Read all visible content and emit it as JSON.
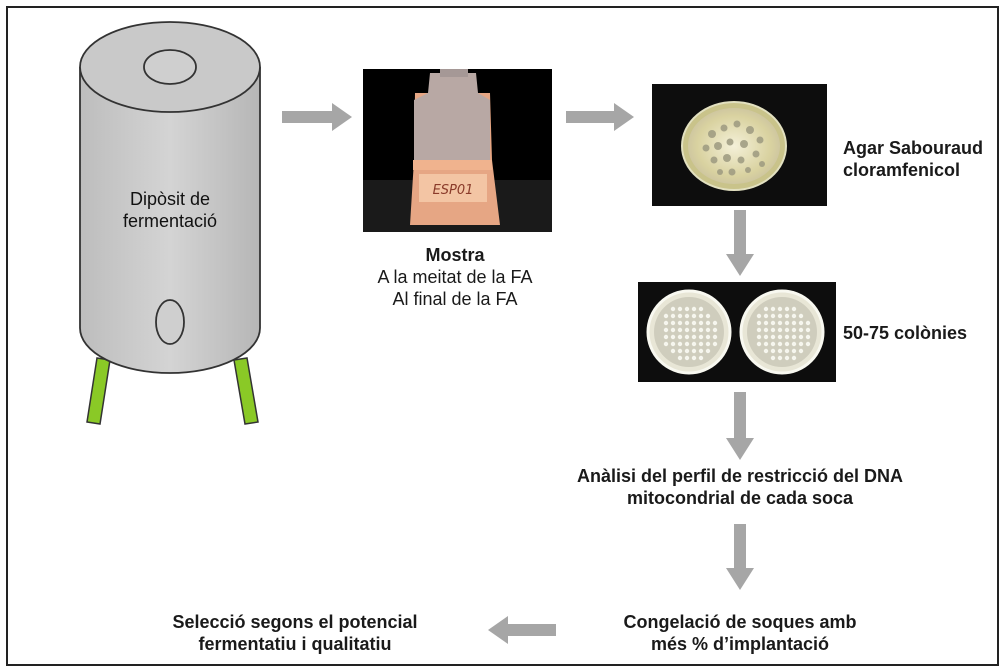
{
  "tank": {
    "label_line1": "Dipòsit de",
    "label_line2": "fermentació"
  },
  "sample": {
    "title": "Mostra",
    "line1": "A la meitat de la FA",
    "line2": "Al final de la FA",
    "bottle_label": "ESP01"
  },
  "agar": {
    "line1": "Agar Sabouraud",
    "line2": "cloramfenicol"
  },
  "colonies": {
    "label": "50-75 colònies"
  },
  "analysis": {
    "line1": "Anàlisi del perfil de restricció del DNA",
    "line2": "mitocondrial de cada soca"
  },
  "freezing": {
    "line1": "Congelació de soques amb",
    "line2": "més % d’implantació"
  },
  "selection": {
    "line1": "Selecció segons el potencial",
    "line2": "fermentatiu i qualitatiu"
  },
  "colors": {
    "arrow": "#a6a6a6",
    "tank": "#c8c8c8",
    "legs": "#8ac926",
    "photo_bg": "#000000"
  }
}
